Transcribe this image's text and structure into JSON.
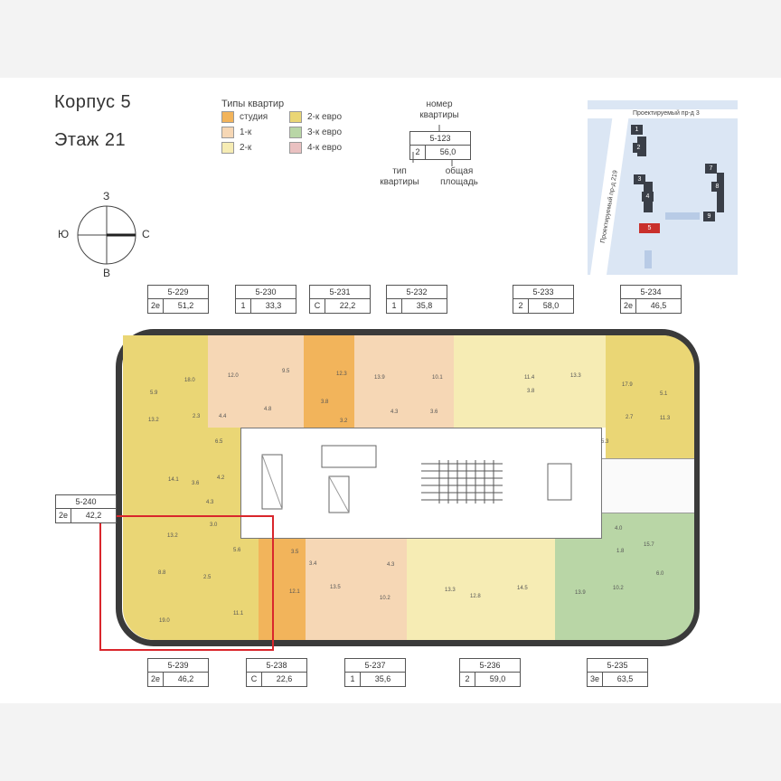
{
  "header": {
    "building": "Корпус 5",
    "floor": "Этаж 21"
  },
  "legend": {
    "title": "Типы квартир",
    "items": [
      {
        "label": "студия",
        "color": "#f2b45b"
      },
      {
        "label": "1-к",
        "color": "#f6d7b5"
      },
      {
        "label": "2-к",
        "color": "#f6ecb4"
      },
      {
        "label": "2-к евро",
        "color": "#ead675"
      },
      {
        "label": "3-к евро",
        "color": "#b9d6a6"
      },
      {
        "label": "4-к евро",
        "color": "#eac1c1"
      }
    ]
  },
  "key": {
    "number_caption": "номер квартиры",
    "sample_number": "5-123",
    "sample_type": "2",
    "sample_area": "56,0",
    "type_caption": "тип квартиры",
    "area_caption": "общая площадь"
  },
  "compass": {
    "north": "З",
    "south": "В",
    "west": "Ю",
    "east": "С"
  },
  "sitemap": {
    "road_top": "Проектируемый пр-д 3",
    "road_side": "Проектируемый пр-д 219",
    "buildings": [
      "1",
      "2",
      "3",
      "4",
      "5",
      "7",
      "8",
      "9"
    ],
    "highlight_color": "#c9302c",
    "building_color": "#3a3f48"
  },
  "apartments": {
    "a229": {
      "number": "5-229",
      "type": "2е",
      "area": "51,2"
    },
    "a230": {
      "number": "5-230",
      "type": "1",
      "area": "33,3"
    },
    "a231": {
      "number": "5-231",
      "type": "С",
      "area": "22,2"
    },
    "a232": {
      "number": "5-232",
      "type": "1",
      "area": "35,8"
    },
    "a233": {
      "number": "5-233",
      "type": "2",
      "area": "58,0"
    },
    "a234": {
      "number": "5-234",
      "type": "2е",
      "area": "46,5"
    },
    "a240": {
      "number": "5-240",
      "type": "2е",
      "area": "42,2"
    },
    "a239": {
      "number": "5-239",
      "type": "2е",
      "area": "46,2"
    },
    "a238": {
      "number": "5-238",
      "type": "С",
      "area": "22,6"
    },
    "a237": {
      "number": "5-237",
      "type": "1",
      "area": "35,6"
    },
    "a236": {
      "number": "5-236",
      "type": "2",
      "area": "59,0"
    },
    "a235": {
      "number": "5-235",
      "type": "3е",
      "area": "63,5"
    }
  },
  "selection_color": "#d9262c",
  "room_labels": {
    "r1": "5.9",
    "r2": "18.0",
    "r3": "2.3",
    "r4": "4.4",
    "r5": "13.2",
    "r6": "6.5",
    "r7": "12.0",
    "r8": "9.5",
    "r9": "4.8",
    "r10": "12.3",
    "r11": "3.8",
    "r12": "3.2",
    "r13": "13.9",
    "r14": "4.3",
    "r15": "10.1",
    "r16": "3.6",
    "r17": "11.4",
    "r18": "3.8",
    "r19": "13.3",
    "r20": "17.9",
    "r21": "5.1",
    "r22": "11.3",
    "r23": "2.7",
    "r24": "5.3",
    "r25": "14.1",
    "r26": "3.6",
    "r27": "4.2",
    "r28": "4.3",
    "r29": "13.2",
    "r30": "3.0",
    "r31": "8.8",
    "r32": "2.5",
    "r33": "5.6",
    "r34": "19.0",
    "r35": "11.1",
    "r36": "3.5",
    "r37": "12.1",
    "r38": "3.4",
    "r39": "13.5",
    "r40": "10.2",
    "r41": "4.3",
    "r42": "13.3",
    "r43": "12.8",
    "r44": "14.5",
    "r45": "13.9",
    "r46": "10.2",
    "r47": "15.7",
    "r48": "6.0",
    "r49": "4.0",
    "r50": "1.8"
  }
}
